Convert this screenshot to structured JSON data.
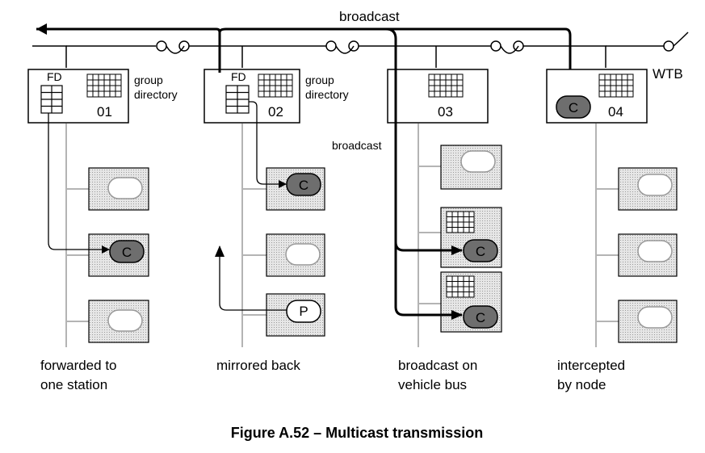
{
  "diagram": {
    "broadcast_top": "broadcast",
    "broadcast_mid": "broadcast",
    "wtb": "WTB",
    "fd_1": "FD",
    "fd_2": "FD",
    "group_dir_1": [
      "group",
      "directory"
    ],
    "group_dir_2": [
      "group",
      "directory"
    ],
    "nodes": [
      "01",
      "02",
      "03",
      "04"
    ],
    "device_letters": {
      "consumer": "C",
      "producer": "P"
    },
    "captions": [
      [
        "forwarded to",
        "one station"
      ],
      [
        "mirrored back"
      ],
      [
        "broadcast on",
        "vehicle bus"
      ],
      [
        "intercepted",
        "by node"
      ]
    ],
    "figure_caption": "Figure A.52 – Multicast transmission"
  },
  "colors": {
    "stipple": "#d9d9d9",
    "consumer_fill": "#6e6e6e",
    "device_outline": "#8a8a8a",
    "bus_gray": "#b4b4b4"
  }
}
